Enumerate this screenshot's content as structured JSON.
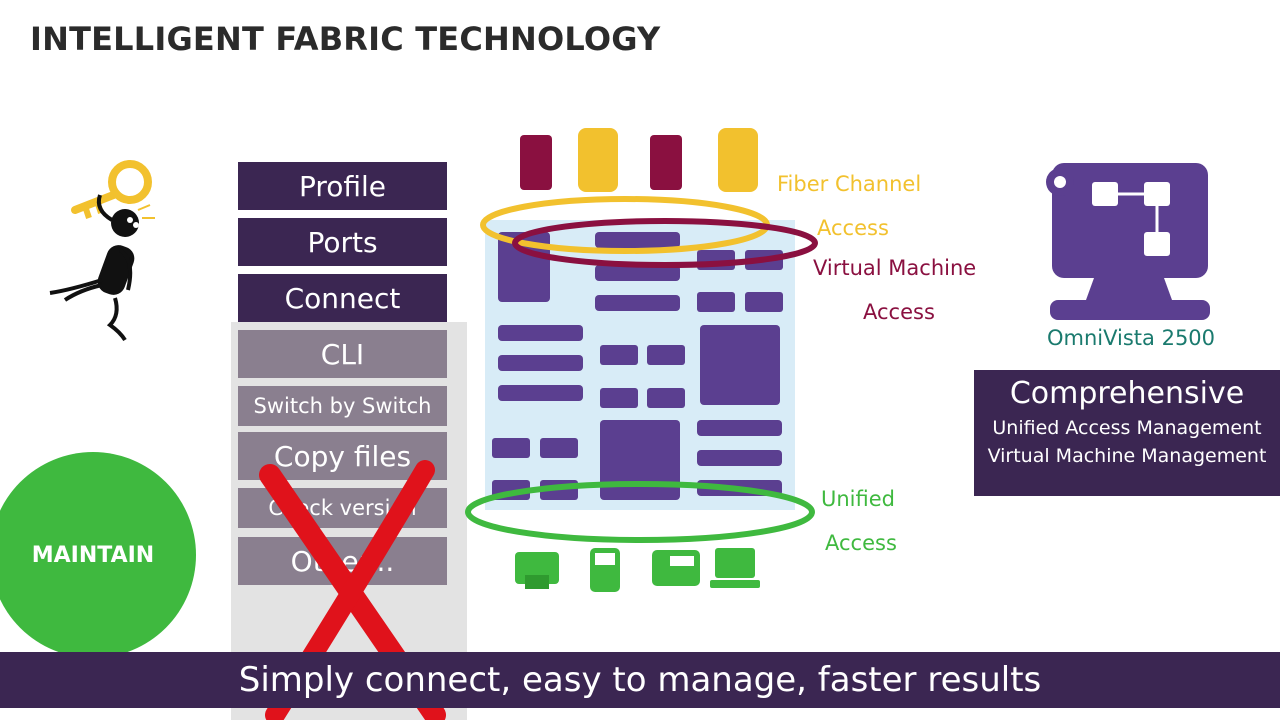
{
  "title": "INTELLIGENT FABRIC TECHNOLOGY",
  "steps": [
    "Profile",
    "Ports",
    "Connect"
  ],
  "legacy_steps": [
    "CLI",
    "Switch by Switch",
    "Copy files",
    "Check version",
    "Other..."
  ],
  "maintain_label": "MAINTAIN",
  "fabric_labels": {
    "fiber_channel": "Fiber Channel",
    "fiber_access": "Access",
    "virtual_machine": "Virtual Machine",
    "vm_access": "Access",
    "unified": "Unified",
    "unified_access": "Access"
  },
  "omnivista": {
    "name": "OmniVista 2500",
    "heading": "Comprehensive",
    "lines": [
      "Unified Access Management",
      "Virtual Machine Management"
    ]
  },
  "caption": "Simply connect, easy to manage, faster results",
  "colors": {
    "purple_dark": "#3b2652",
    "purple": "#5b3f90",
    "gold": "#f2c12e",
    "maroon": "#8a1040",
    "green": "#3fb93f",
    "light_blue": "#d8ecf7",
    "red_x": "#e0121b",
    "teal": "#1a7a6e"
  },
  "icons": [
    "key-icon",
    "stick-figure-icon",
    "storage-icon",
    "printer-icon",
    "mobile-phone-icon",
    "desk-phone-icon",
    "computer-icon",
    "monitor-diagram-icon",
    "red-x-icon"
  ]
}
